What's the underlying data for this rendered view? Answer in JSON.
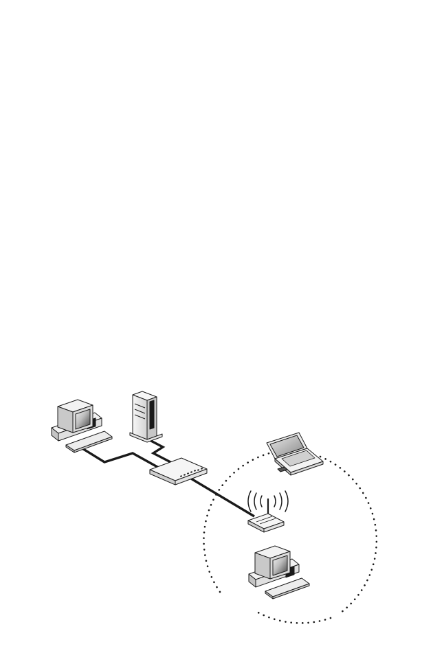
{
  "diagram": {
    "type": "network-topology",
    "nodes": [
      {
        "id": "desktop-left",
        "kind": "desktop-computer"
      },
      {
        "id": "server-tower",
        "kind": "tower-server"
      },
      {
        "id": "network-switch",
        "kind": "ethernet-switch"
      },
      {
        "id": "wireless-access-point",
        "kind": "wireless-access-point"
      },
      {
        "id": "laptop",
        "kind": "laptop-with-wireless-card"
      },
      {
        "id": "desktop-wireless",
        "kind": "desktop-computer"
      }
    ],
    "links": [
      {
        "from": "desktop-left",
        "to": "network-switch",
        "medium": "wired"
      },
      {
        "from": "server-tower",
        "to": "network-switch",
        "medium": "wired"
      },
      {
        "from": "network-switch",
        "to": "wireless-access-point",
        "medium": "wired"
      }
    ],
    "wireless_coverage": {
      "center": "wireless-access-point",
      "members": [
        "laptop",
        "desktop-wireless",
        "wireless-access-point"
      ],
      "style": "dotted-circle"
    }
  }
}
